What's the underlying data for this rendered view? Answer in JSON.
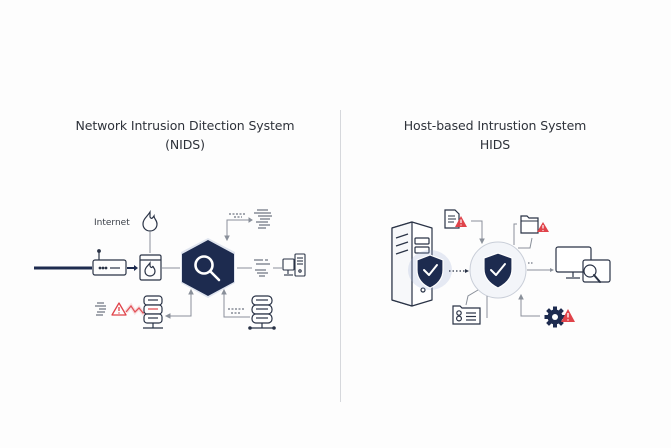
{
  "left_panel": {
    "title_line1": "Network Intrusion Ditection System",
    "title_line2": "(NIDS)",
    "internet_label": "Internet",
    "nodes": [
      "internet-cable",
      "router",
      "firewall-flame-icon",
      "firewall-appliance",
      "central-inspection-hexagon",
      "log-stream-top",
      "log-stream-middle",
      "workstation",
      "database-server-left-alert",
      "database-server-right"
    ],
    "alert_marker": "warning-triangle",
    "alert_color": "#e0434a"
  },
  "right_panel": {
    "title_line1": "Host-based Intrustion System",
    "title_line2": "HIDS",
    "nodes": [
      "host-server-with-shield",
      "central-shield-circle",
      "document-alert",
      "folder-alert",
      "monitor-with-magnifier",
      "settings-gear-alert",
      "id-card"
    ],
    "alert_color": "#e0434a"
  },
  "colors": {
    "primary_navy": "#1d2b4f",
    "line_gray": "#8a909a",
    "alert_red": "#e0434a",
    "background": "#fdfdfd",
    "divider": "#d6d8dc"
  }
}
